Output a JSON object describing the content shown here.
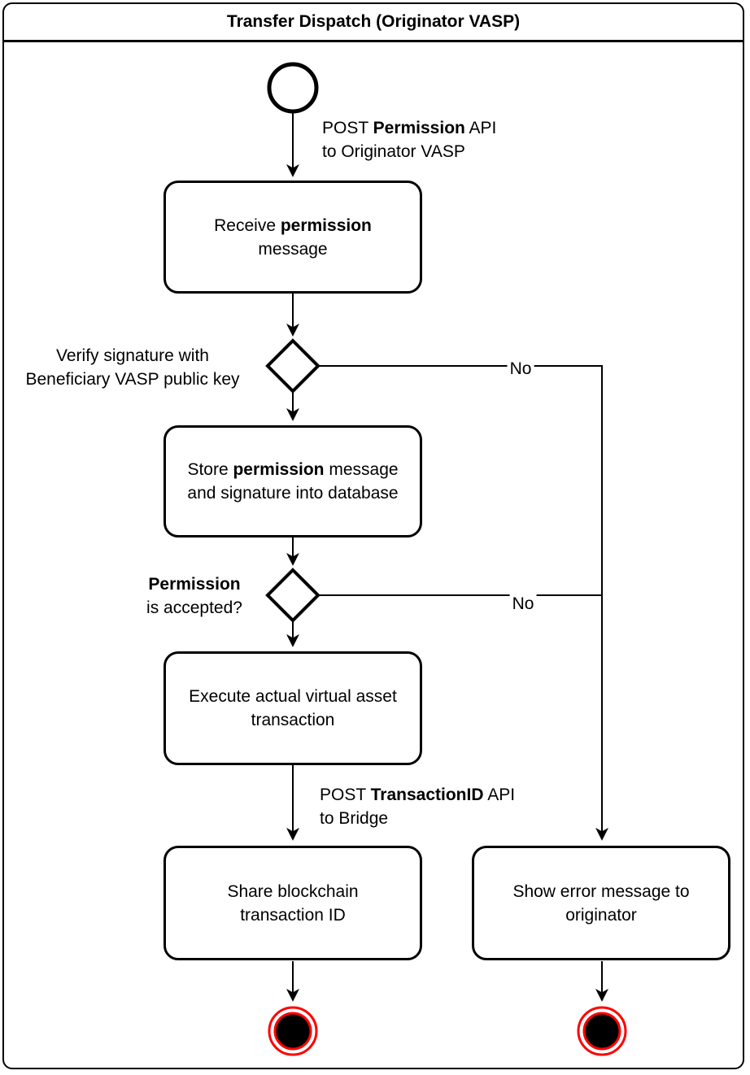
{
  "title": "Transfer Dispatch (Originator VASP)",
  "colors": {
    "stroke": "#000000",
    "final_red": "#FF0000"
  },
  "nodes": {
    "receive": {
      "pre": "Receive ",
      "bold": "permission",
      "post": "",
      "line2": "message"
    },
    "verify_decision": {
      "line1": "Verify signature with",
      "line2": "Beneficiary VASP public key"
    },
    "store": {
      "pre": "Store ",
      "bold": "permission",
      "post": " message",
      "line2": "and signature into database"
    },
    "accepted_decision": {
      "bold": "Permission",
      "line2": "is accepted?"
    },
    "execute": {
      "line1": "Execute actual virtual asset",
      "line2": "transaction"
    },
    "share": {
      "line1": "Share blockchain",
      "line2": "transaction ID"
    },
    "error": {
      "line1": "Show error message to",
      "line2": "originator"
    }
  },
  "edges": {
    "post_permission": {
      "pre": "POST ",
      "bold": "Permission",
      "post": " API",
      "line2": "to Originator VASP"
    },
    "post_transaction": {
      "pre": "POST ",
      "bold": "TransactionID",
      "post": " API",
      "line2": "to Bridge"
    },
    "no_verify": "No",
    "no_accepted": "No"
  }
}
